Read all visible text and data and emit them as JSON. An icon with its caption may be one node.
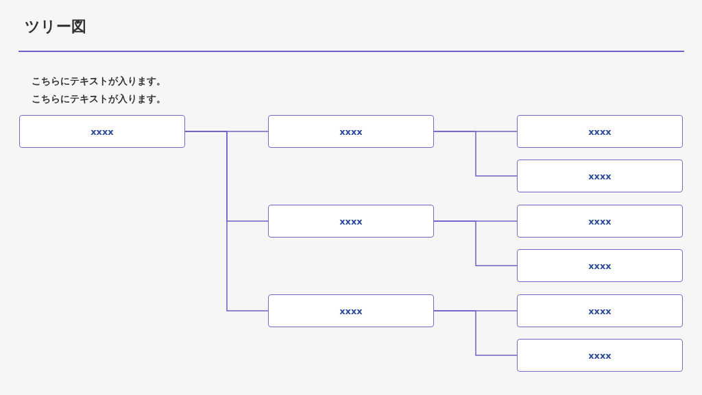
{
  "diagram": {
    "title": "ツリー図",
    "nodes": [
      {
        "text": [
          "xxxx"
        ]
      },
      {
        "text": [
          "xxxx"
        ]
      },
      {
        "text": [
          "xxxx"
        ]
      },
      {
        "text": [
          "xxxx"
        ]
      },
      {
        "text": [
          "xxxx"
        ]
      },
      {
        "text": [
          "xxxx"
        ]
      },
      {
        "text": [
          "xxxx"
        ]
      },
      {
        "text": [
          "xxxx"
        ]
      },
      {
        "text": [
          "xxxx"
        ]
      },
      {
        "text": [
          "xxxx"
        ]
      }
    ],
    "edges": [
      {
        "from": 0,
        "to": 1,
        "arrow": "none"
      },
      {
        "from": 0,
        "to": 4,
        "arrow": "none"
      },
      {
        "from": 0,
        "to": 7,
        "arrow": "none"
      },
      {
        "from": 1,
        "to": 2,
        "arrow": "none"
      },
      {
        "from": 1,
        "to": 3,
        "arrow": "none"
      },
      {
        "from": 4,
        "to": 5,
        "arrow": "none"
      },
      {
        "from": 4,
        "to": 6,
        "arrow": "none"
      },
      {
        "from": 7,
        "to": 8,
        "arrow": "none"
      },
      {
        "from": 7,
        "to": 9,
        "arrow": "none"
      }
    ],
    "labels": [
      "こちらにテキストが入ります。",
      "こちらにテキストが入ります。"
    ]
  }
}
